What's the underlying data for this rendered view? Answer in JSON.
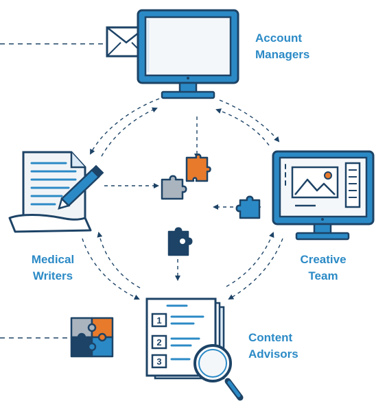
{
  "colors": {
    "navy": "#1d4366",
    "blue": "#2b8ac6",
    "light_blue": "#dbeaf6",
    "orange": "#e87a2c",
    "gray": "#a9b4bf",
    "paper": "#f1f4f7",
    "white": "#ffffff"
  },
  "nodes": {
    "account_managers": {
      "line1": "Account",
      "line2": "Managers",
      "icon": "computer-monitor-icon"
    },
    "creative_team": {
      "line1": "Creative",
      "line2": "Team",
      "icon": "design-monitor-icon"
    },
    "medical_writers": {
      "line1": "Medical",
      "line2": "Writers",
      "icon": "document-pen-icon"
    },
    "content_advisors": {
      "line1": "Content",
      "line2": "Advisors",
      "icon": "checklist-magnifier-icon"
    }
  },
  "checklist_numbers": [
    "1",
    "2",
    "3"
  ],
  "puzzle_pieces": [
    "orange-puzzle-piece",
    "gray-puzzle-piece",
    "blue-puzzle-piece",
    "navy-puzzle-piece"
  ]
}
